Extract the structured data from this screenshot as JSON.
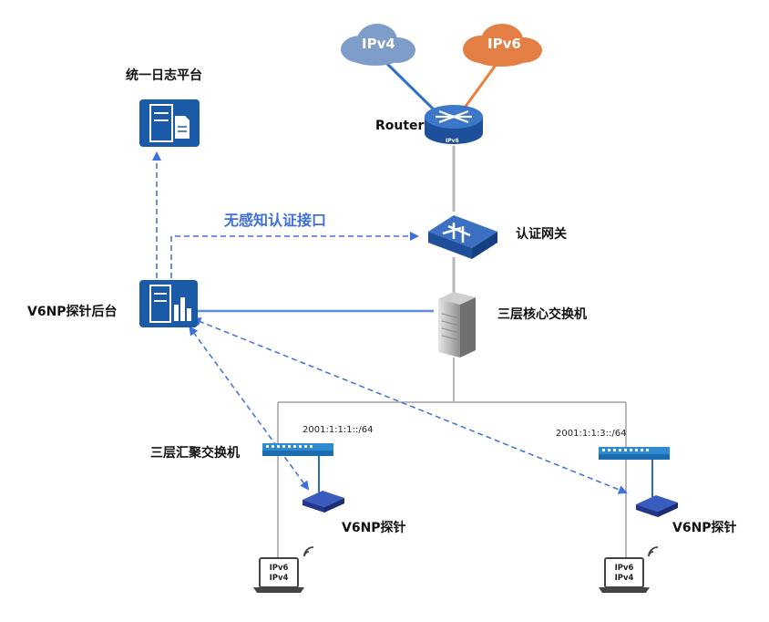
{
  "clouds": {
    "ipv4": "IPv4",
    "ipv6": "IPv6"
  },
  "router": {
    "label": "Router",
    "chip": "IPv6"
  },
  "log_platform": {
    "label": "统一日志平台"
  },
  "auth_interface": {
    "label": "无感知认证接口"
  },
  "auth_gateway": {
    "label": "认证网关"
  },
  "probe_backend": {
    "label": "V6NP探针后台"
  },
  "core_switch": {
    "label": "三层核心交换机"
  },
  "agg_switch": {
    "label": "三层汇聚交换机"
  },
  "left_subnet": {
    "address": "2001:1:1:1::/64"
  },
  "right_subnet": {
    "address": "2001:1:1:3::/64"
  },
  "left_probe": {
    "label": "V6NP探针"
  },
  "right_probe": {
    "label": "V6NP探针"
  },
  "left_client": {
    "line1": "IPv6",
    "line2": "IPv4"
  },
  "right_client": {
    "line1": "IPv6",
    "line2": "IPv4"
  },
  "colors": {
    "ipv4_link": "#2f72c2",
    "ipv6_link": "#e8823a",
    "dashed": "#3f6fd8",
    "wire": "#b8b8b8",
    "device": "#1b5aa6"
  }
}
